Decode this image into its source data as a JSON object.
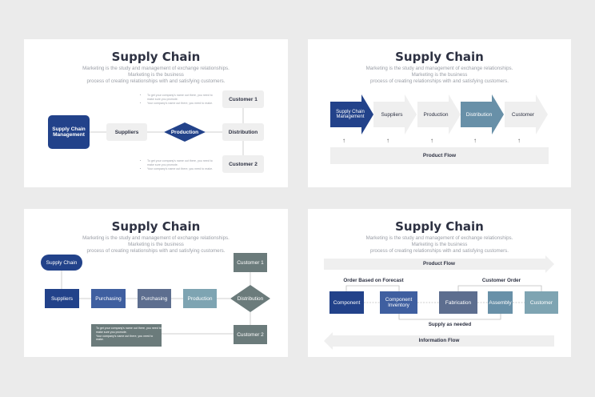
{
  "slides": [
    {
      "title": "Supply Chain",
      "subtitle_l1": "Marketing is the study and management of exchange relationships. Marketing is the business",
      "subtitle_l2": "process of creating relationships with and satisfying customers.",
      "nodes": {
        "management": "Supply Chain Management",
        "suppliers": "Suppliers",
        "production": "Production",
        "distribution": "Distribution",
        "customer1": "Customer 1",
        "customer2": "Customer 2"
      },
      "note_top": [
        "To get your company's name out there, you need to make sure you promote.",
        "Your company's name out there, you need to make."
      ],
      "note_bottom": [
        "To get your company's name out there, you need to make sure you promote.",
        "Your company's name out there, you need to make."
      ]
    },
    {
      "title": "Supply Chain",
      "subtitle_l1": "Marketing is the study and management of exchange relationships. Marketing is the business",
      "subtitle_l2": "process of creating relationships with and satisfying customers.",
      "steps": [
        "Supply Chain Management",
        "Suppliers",
        "Production",
        "Distribution",
        "Customer"
      ],
      "flow_label": "Product Flow",
      "arrow_glyph": "↑"
    },
    {
      "title": "Supply Chain",
      "subtitle_l1": "Marketing is the study and management of exchange relationships. Marketing is the business",
      "subtitle_l2": "process of creating relationships with and satisfying customers.",
      "nodes": {
        "supply_chain": "Supply Chain",
        "suppliers": "Suppliers",
        "purchasing1": "Purchasing",
        "purchasing2": "Purchasing",
        "production": "Production",
        "distribution": "Distribution",
        "customer1": "Customer 1",
        "customer2": "Customer 2"
      },
      "note": [
        "To get your company's name out there, you need to make sure you promote.",
        "Your company's name out there, you need to make."
      ]
    },
    {
      "title": "Supply Chain",
      "subtitle_l1": "Marketing is the study and management of exchange relationships. Marketing is the business",
      "subtitle_l2": "process of creating relationships with and satisfying customers.",
      "product_flow": "Product Flow",
      "order_forecast": "Order Based on Forecast",
      "customer_order": "Customer Order",
      "nodes": {
        "component": "Component",
        "component_inventory": "Component Inventory",
        "fabrication": "Fabrication",
        "assembly": "Assembly",
        "customer": "Customer"
      },
      "supply_needed": "Supply as needed",
      "information_flow": "Information Flow"
    }
  ],
  "colors": {
    "navy": "#22428a",
    "blue_mid": "#3f5fa0",
    "slate": "#5d6e8f",
    "teal": "#7ea4b2",
    "grey_dark": "#6b7b7b",
    "light": "#efefef",
    "steel": "#6890a8"
  }
}
